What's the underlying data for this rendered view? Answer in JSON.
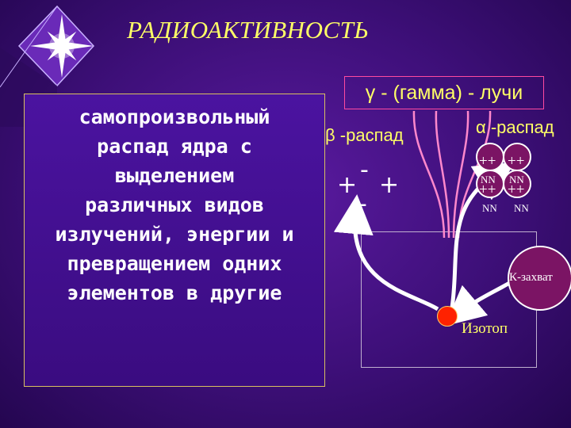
{
  "title": "РАДИОАКТИВНОСТЬ",
  "definition_lines": [
    "самопроизвольный",
    "распад ядра с",
    "выделением",
    "различных видов",
    "излучений, энергии и",
    "превращением одних",
    "элементов в другие"
  ],
  "gamma_label": "γ - (гамма) - лучи",
  "beta_label": "β -распад",
  "alpha_label": "α -распад",
  "beta_signs": {
    "minus_top": "-",
    "plus_left": "+",
    "plus_right": "+",
    "minus_bottom": "-"
  },
  "alpha_particle": {
    "pp": "++",
    "nn": "NN"
  },
  "k_capture_label": "К-захват",
  "isotope_label": "Изотоп",
  "colors": {
    "background": "#3d0f78",
    "title": "#ffff66",
    "labels": "#ffff66",
    "nucleon": "#7b1464",
    "isotope": "#ff2200",
    "gamma_frame": "#ff4aa0",
    "gamma_lines": "#ff88cc"
  },
  "icons": [
    "star-burst-icon"
  ]
}
